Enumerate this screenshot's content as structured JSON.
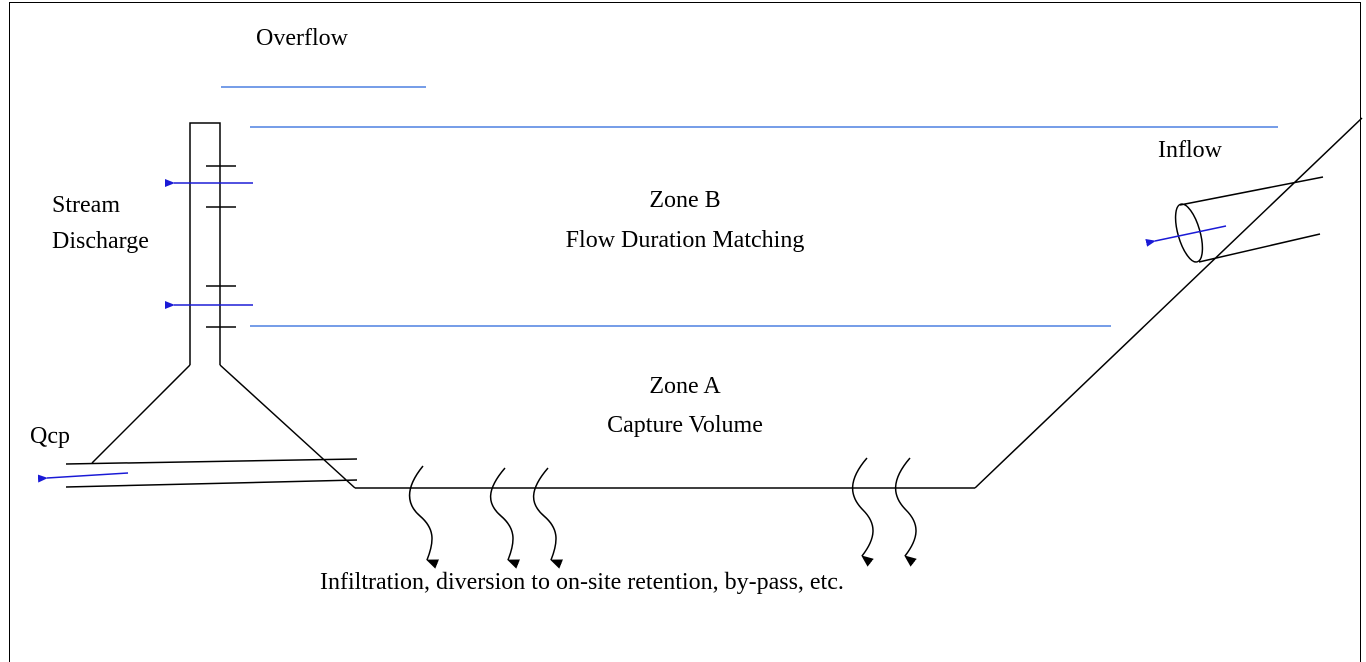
{
  "labels": {
    "overflow": "Overflow",
    "inflow": "Inflow",
    "stream_discharge_line1": "Stream",
    "stream_discharge_line2": "Discharge",
    "qcp": "Qcp",
    "zone_b_title": "Zone B",
    "zone_b_subtitle": "Flow Duration Matching",
    "zone_a_title": "Zone A",
    "zone_a_subtitle": "Capture Volume",
    "infiltration": "Infiltration, diversion to on-site retention, by-pass, etc."
  },
  "colors": {
    "water_level": "#4a7fe0",
    "flow_arrow": "#1a1ad6",
    "structure": "#000000"
  }
}
